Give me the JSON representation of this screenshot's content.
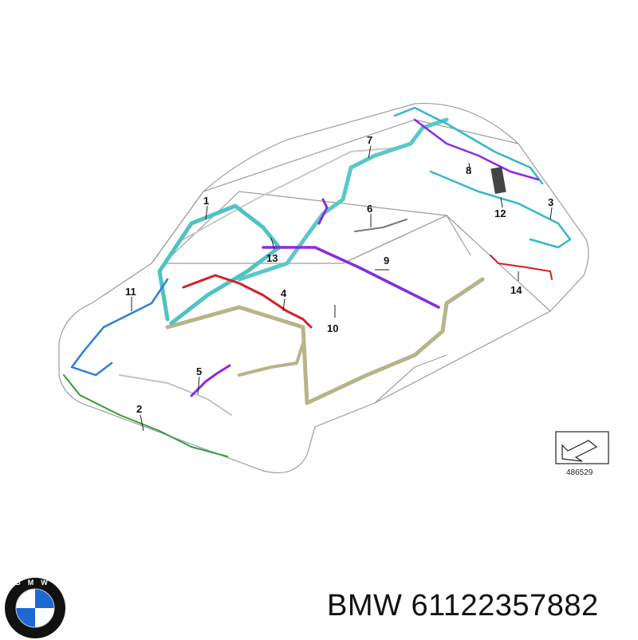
{
  "diagram": {
    "callouts": [
      "1",
      "2",
      "3",
      "4",
      "5",
      "6",
      "7",
      "8",
      "9",
      "10",
      "11",
      "12",
      "13",
      "14"
    ],
    "reference_number": "486529"
  },
  "caption": {
    "brand": "BMW",
    "part_number": "61122357882"
  },
  "logo": {
    "letters": "BMW",
    "colors": {
      "blue": "#1c69d4",
      "white": "#ffffff",
      "ring": "#111111"
    }
  },
  "harness_colors": {
    "cyan": "#35b8c9",
    "teal": "#2fa6a0",
    "purple": "#8a2be2",
    "red": "#d4202a",
    "green": "#2f9e3b",
    "blue": "#2c7fd6",
    "olive": "#b8b48a",
    "gray": "#9a9a9a"
  }
}
